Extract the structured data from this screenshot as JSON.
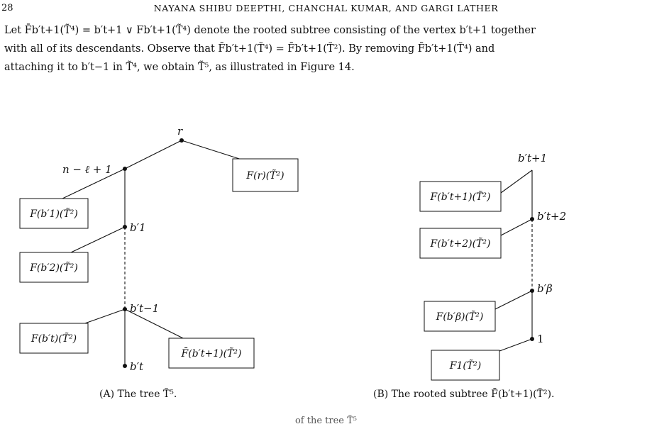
{
  "header": {
    "page_number": "28",
    "running_head": "NAYANA SHIBU DEEPTHI, CHANCHAL KUMAR, AND GARGI LATHER"
  },
  "paragraph": {
    "line1": "Let F̄b′t+1(T̃⁴) = b′t+1 ∨ Fb′t+1(T̃⁴) denote the rooted subtree consisting of the vertex b′t+1 together",
    "line2": "with all of its descendants. Observe that F̄b′t+1(T̃⁴) = F̄b′t+1(T̃²). By removing F̄b′t+1(T̃⁴) and",
    "line3": "attaching it to b′t−1 in T̃⁴, we obtain T̃⁵, as illustrated in Figure 14."
  },
  "figure_a": {
    "nodes": {
      "r": "r",
      "n": "n − ℓ + 1",
      "b1": "b′1",
      "bt1": "b′t−1",
      "bt": "b′t"
    },
    "boxes": {
      "fr": "F(r)(T̃²)",
      "fb1": "F(b′1)(T̃²)",
      "fb2": "F(b′2)(T̃²)",
      "fbt": "F(b′t)(T̃²)",
      "fbar": "F̄(b′t+1)(T̃²)"
    },
    "caption_tag": "(A)",
    "caption_text": "The tree T̃⁵."
  },
  "figure_b": {
    "nodes": {
      "bt1": "b′t+1",
      "bt2": "b′t+2",
      "bbeta": "b′β",
      "one": "1"
    },
    "boxes": {
      "fbt1": "F(b′t+1)(T̃²)",
      "fbt2": "F(b′t+2)(T̃²)",
      "fbbeta": "F(b′β)(T̃²)",
      "f1": "F1(T̃²)"
    },
    "caption_tag": "(B)",
    "caption_text": "The rooted subtree F̄(b′t+1)(T̃²)."
  },
  "footer_caption": "of the tree T̃⁵"
}
